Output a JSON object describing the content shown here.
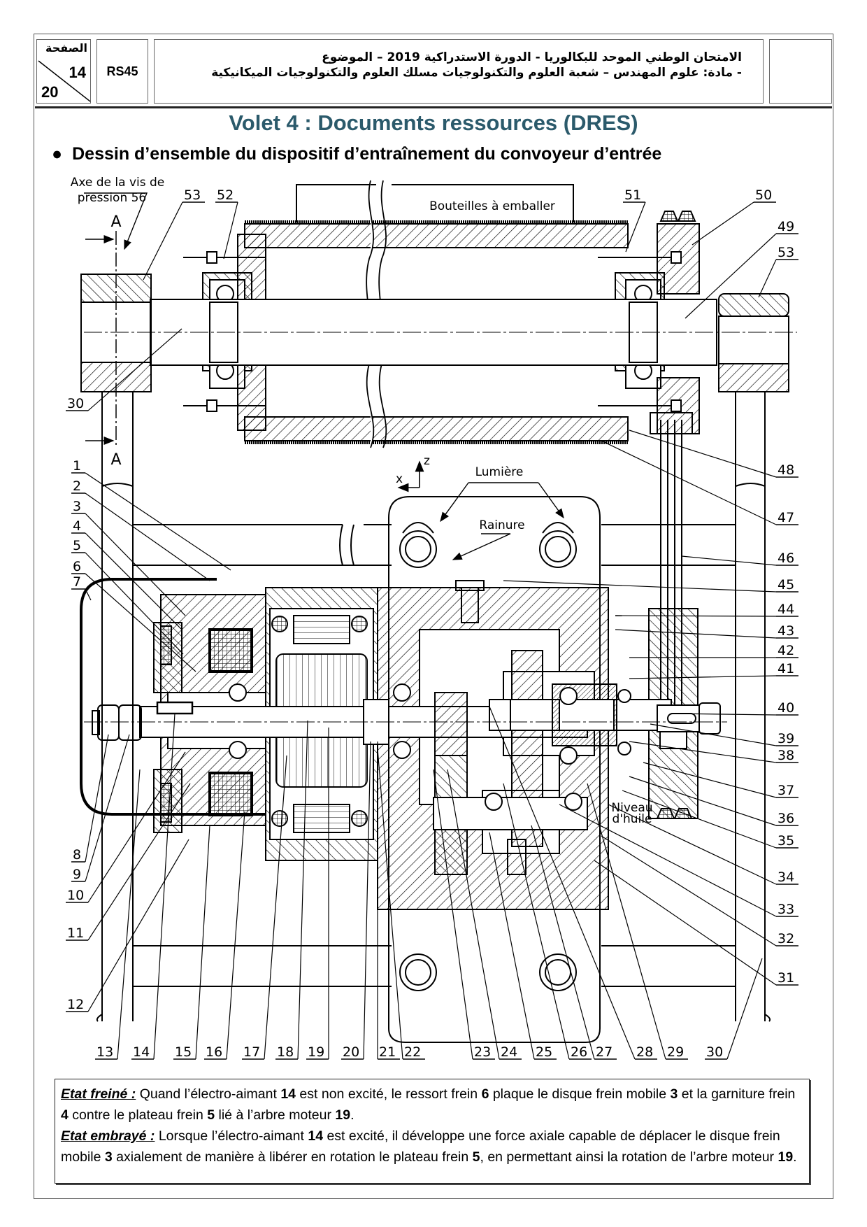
{
  "header": {
    "page_label": "الصفحة",
    "page_current": "14",
    "page_total": "20",
    "exam_code": "RS45",
    "title_line1": "الامتحان الوطني الموحد للبكالوريا - الدورة الاستدراكية 2019 – الموضوع",
    "title_line2": "- مادة: علوم المهندس – شعبة العلوم والتكنولوجيات مسلك العلوم والتكنولوجيات الميكانيكية"
  },
  "volet_title": "Volet 4 : Documents ressources (DRES)",
  "subtitle": "Dessin d’ensemble du dispositif d’entraînement du convoyeur d’entrée",
  "drawing": {
    "annotations": {
      "axe_vis_line1": "Axe de la vis de",
      "axe_vis_line2": "pression 56",
      "section_mark": "A",
      "bottles": "Bouteilles à emballer",
      "lumiere": "Lumière",
      "rainure": "Rainure",
      "niveau_line1": "Niveau",
      "niveau_line2": "d'huile",
      "axis_x": "x",
      "axis_z": "z"
    },
    "top_labels": [
      "53",
      "52",
      "51",
      "50"
    ],
    "right_labels": [
      "49",
      "53",
      "48",
      "47",
      "46",
      "45",
      "44",
      "43",
      "42",
      "41",
      "40",
      "39",
      "38",
      "37",
      "36",
      "35",
      "34",
      "33",
      "32",
      "31"
    ],
    "left_labels": [
      "30",
      "1",
      "2",
      "3",
      "4",
      "5",
      "6",
      "7",
      "8",
      "9",
      "10",
      "11",
      "12"
    ],
    "bottom_labels": [
      "13",
      "14",
      "15",
      "16",
      "17",
      "18",
      "19",
      "20",
      "21",
      "22",
      "23",
      "24",
      "25",
      "26",
      "27",
      "28",
      "29",
      "30"
    ]
  },
  "notes": {
    "braked_label": "Etat freiné :",
    "braked_text_parts": [
      "Quand l’électro-aimant ",
      "14",
      " est non excité, le ressort frein ",
      "6",
      " plaque le disque frein mobile ",
      "3",
      " et la garniture frein ",
      "4",
      " contre le plateau frein ",
      "5",
      " lié à l’arbre moteur ",
      "19",
      "."
    ],
    "engaged_label": "Etat embrayé :",
    "engaged_text_parts": [
      "Lorsque l’électro-aimant ",
      "14",
      " est excité, il développe une force axiale capable de déplacer le disque frein mobile ",
      "3",
      " axialement de manière à libérer en rotation le plateau frein ",
      "5",
      ", en permettant ainsi la rotation de l’arbre moteur ",
      "19",
      "."
    ]
  }
}
